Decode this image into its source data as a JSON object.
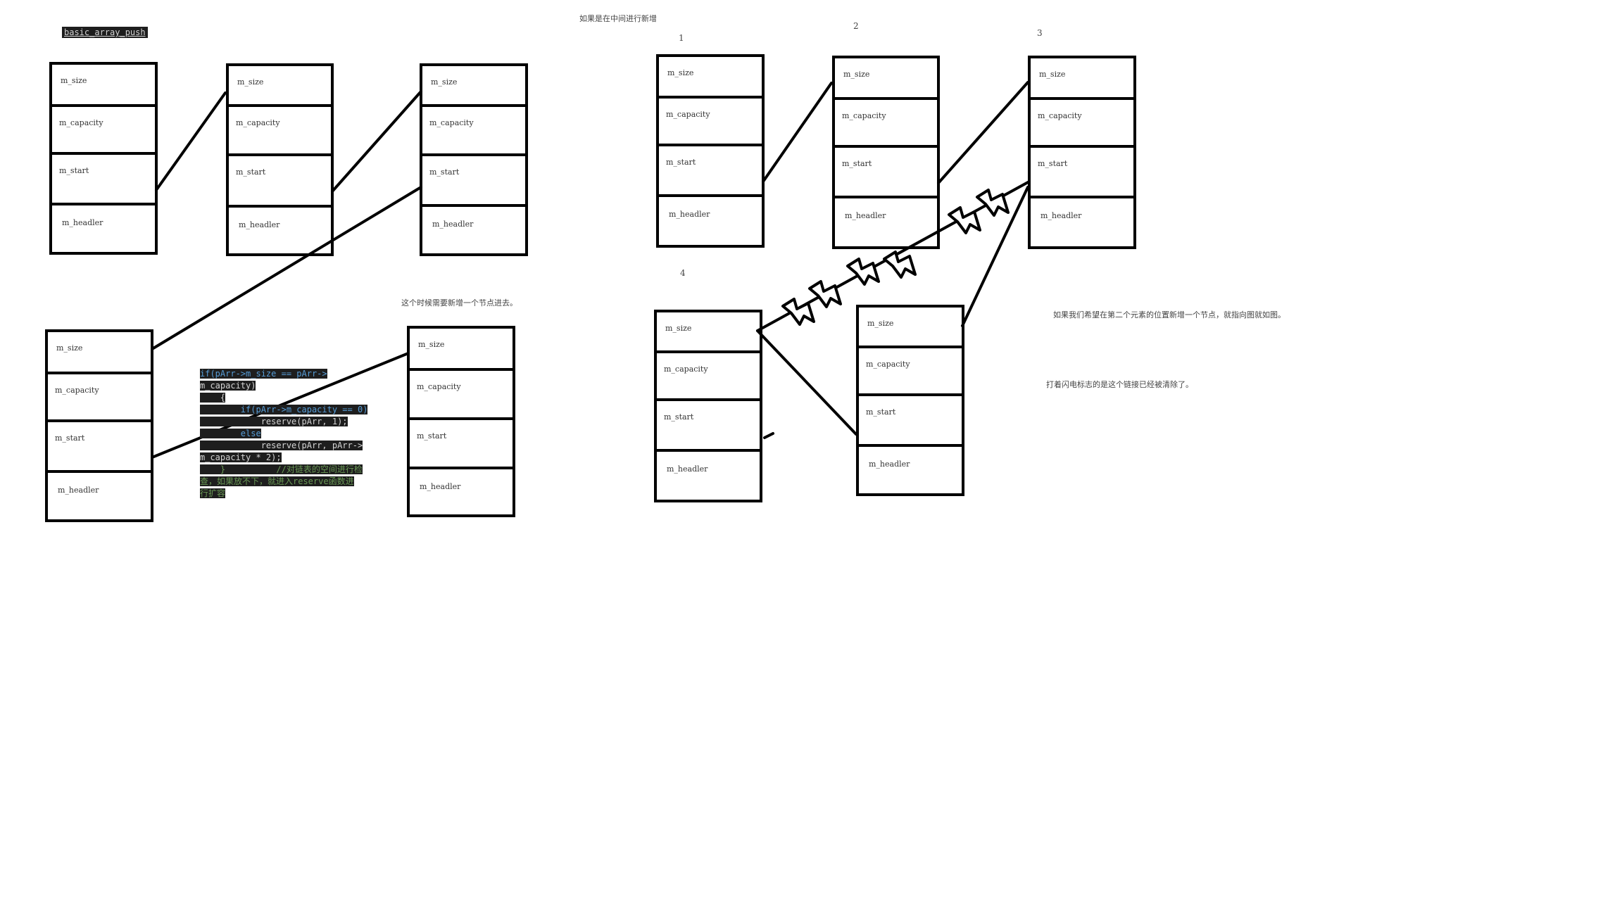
{
  "title": "basic_array_push",
  "fields": [
    "m_size",
    "m_capacity",
    "m_start",
    "m_headler"
  ],
  "indices": [
    "1",
    "2",
    "3",
    "4"
  ],
  "notes": {
    "middle_insert": "如果是在中间进行新增",
    "need_new_node": "这个时候需要新增一个节点进去。",
    "insert_second": "如果我们希望在第二个元素的位置新增一个节点，就指向图就如图。",
    "lightning_meaning": "打着闪电标志的是这个链接已经被清除了。"
  },
  "code": {
    "line1": "if(pArr->m_size == pArr->",
    "line2": "m_capacity)",
    "line3": "    {",
    "line4": "        if(pArr->m_capacity == 0)",
    "line5": "            reserve(pArr, 1);",
    "line6": "        else",
    "line7": "            reserve(pArr, pArr->",
    "line8": "m_capacity * 2);",
    "line9": "    }          //对链表的空间进行检",
    "line10": "查，如果放不下，就进入reserve函数进",
    "line11": "行扩容"
  },
  "colors": {
    "stroke": "#000000",
    "code_bg": "#1e1e1e",
    "code_keyword": "#569cd6",
    "code_comment": "#6a9955"
  }
}
